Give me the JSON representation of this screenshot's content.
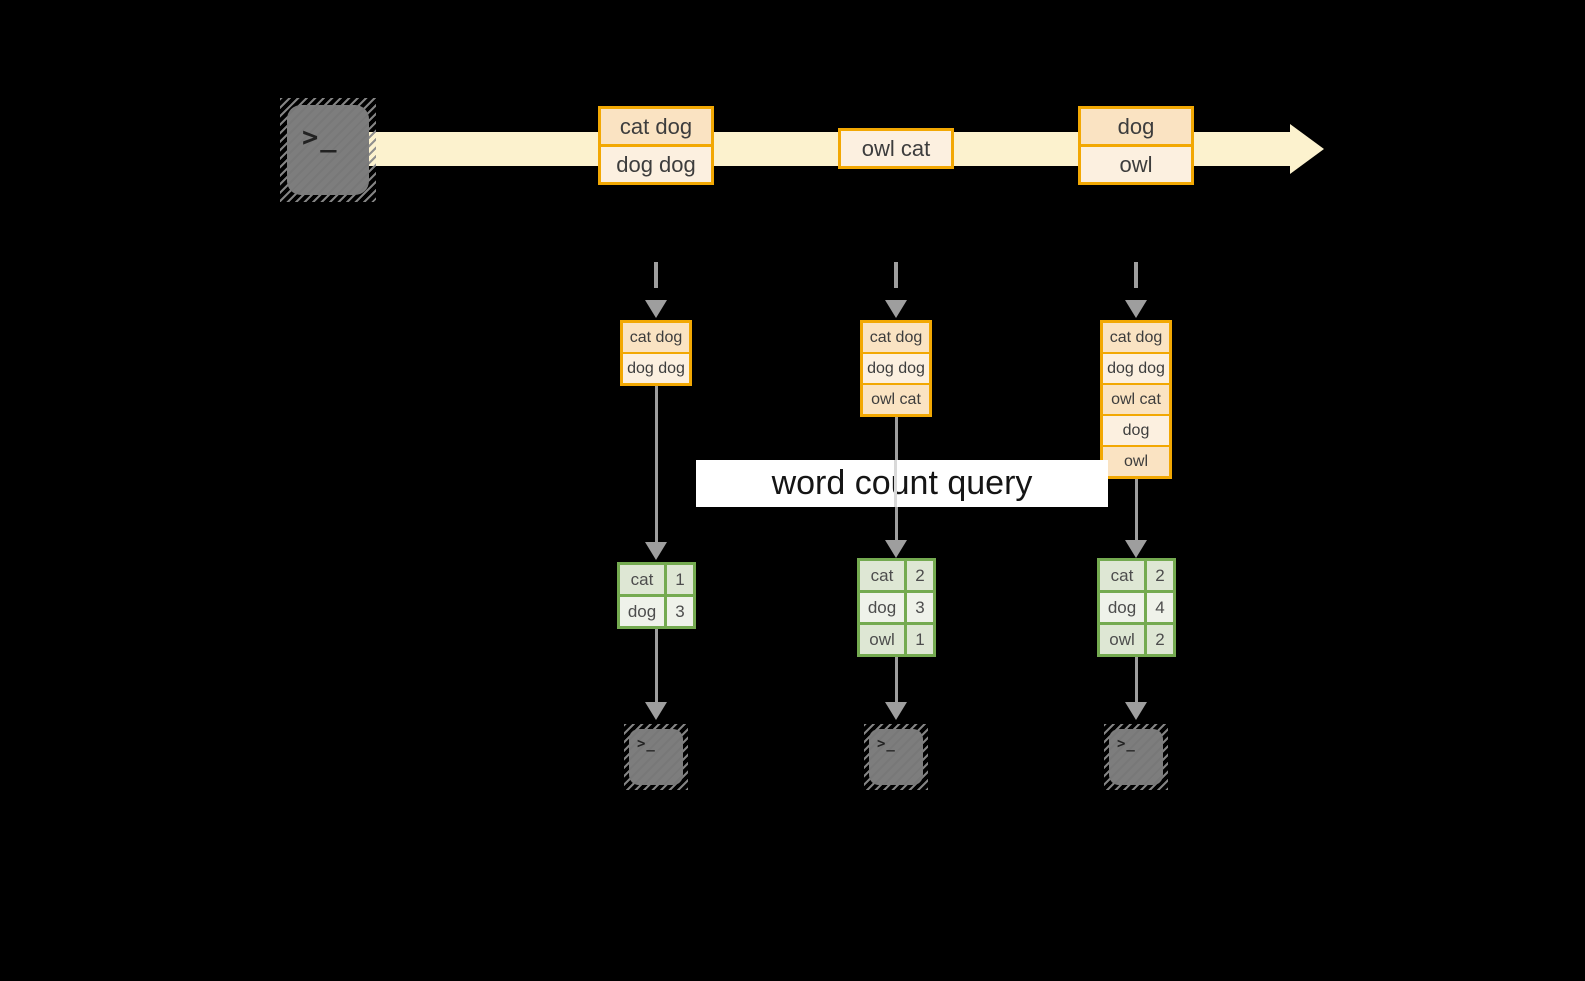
{
  "query_label": "word count query",
  "terminal_glyph": ">_",
  "stream": {
    "events": [
      {
        "rows": [
          "cat dog",
          "dog dog"
        ]
      },
      {
        "rows": [
          "owl cat"
        ]
      },
      {
        "rows": [
          "dog",
          "owl"
        ]
      }
    ]
  },
  "columns": [
    {
      "batch": [
        "cat dog",
        "dog dog"
      ],
      "counts": [
        {
          "word": "cat",
          "count": "1"
        },
        {
          "word": "dog",
          "count": "3"
        }
      ]
    },
    {
      "batch": [
        "cat dog",
        "dog dog",
        "owl cat"
      ],
      "counts": [
        {
          "word": "cat",
          "count": "2"
        },
        {
          "word": "dog",
          "count": "3"
        },
        {
          "word": "owl",
          "count": "1"
        }
      ]
    },
    {
      "batch": [
        "cat dog",
        "dog dog",
        "owl cat",
        "dog",
        "owl"
      ],
      "counts": [
        {
          "word": "cat",
          "count": "2"
        },
        {
          "word": "dog",
          "count": "4"
        },
        {
          "word": "owl",
          "count": "2"
        }
      ]
    }
  ],
  "colors": {
    "background": "#000000",
    "stream_band": "#FCF2CE",
    "box_border": "#F2A803",
    "box_fill_dark": "#FAE3C2",
    "box_fill_light": "#FCF0E0",
    "table_border": "#74AA50",
    "table_fill_dark": "#DEE7D4",
    "table_fill_light": "#EFF2EA",
    "arrow_gray": "#9E9E9E",
    "terminal_gray": "#7D7D7D",
    "query_label_bg": "#FFFFFF"
  }
}
